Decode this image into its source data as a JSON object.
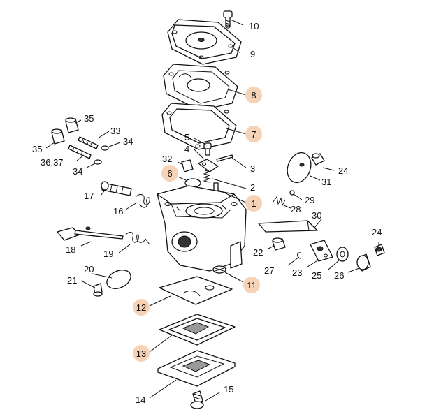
{
  "colors": {
    "highlight_fill": "#f6d2b6",
    "line": "#111111",
    "background": "#ffffff"
  },
  "callouts": [
    {
      "id": "1",
      "text": "1",
      "highlighted": true
    },
    {
      "id": "2",
      "text": "2",
      "highlighted": false
    },
    {
      "id": "3",
      "text": "3",
      "highlighted": false
    },
    {
      "id": "4",
      "text": "4",
      "highlighted": false
    },
    {
      "id": "5",
      "text": "5",
      "highlighted": false
    },
    {
      "id": "6",
      "text": "6",
      "highlighted": true
    },
    {
      "id": "7",
      "text": "7",
      "highlighted": true
    },
    {
      "id": "8",
      "text": "8",
      "highlighted": true
    },
    {
      "id": "9",
      "text": "9",
      "highlighted": false
    },
    {
      "id": "10",
      "text": "10",
      "highlighted": false
    },
    {
      "id": "11",
      "text": "11",
      "highlighted": true
    },
    {
      "id": "12",
      "text": "12",
      "highlighted": true
    },
    {
      "id": "13",
      "text": "13",
      "highlighted": true
    },
    {
      "id": "14",
      "text": "14",
      "highlighted": false
    },
    {
      "id": "15",
      "text": "15",
      "highlighted": false
    },
    {
      "id": "16",
      "text": "16",
      "highlighted": false
    },
    {
      "id": "17",
      "text": "17",
      "highlighted": false
    },
    {
      "id": "18",
      "text": "18",
      "highlighted": false
    },
    {
      "id": "19",
      "text": "19",
      "highlighted": false
    },
    {
      "id": "20",
      "text": "20",
      "highlighted": false
    },
    {
      "id": "21",
      "text": "21",
      "highlighted": false
    },
    {
      "id": "22",
      "text": "22",
      "highlighted": false
    },
    {
      "id": "23",
      "text": "23",
      "highlighted": false
    },
    {
      "id": "24a",
      "text": "24",
      "highlighted": false
    },
    {
      "id": "24b",
      "text": "24",
      "highlighted": false
    },
    {
      "id": "25",
      "text": "25",
      "highlighted": false
    },
    {
      "id": "26",
      "text": "26",
      "highlighted": false
    },
    {
      "id": "27",
      "text": "27",
      "highlighted": false
    },
    {
      "id": "28",
      "text": "28",
      "highlighted": false
    },
    {
      "id": "29",
      "text": "29",
      "highlighted": false
    },
    {
      "id": "30",
      "text": "30",
      "highlighted": false
    },
    {
      "id": "31",
      "text": "31",
      "highlighted": false
    },
    {
      "id": "32",
      "text": "32",
      "highlighted": false
    },
    {
      "id": "33",
      "text": "33",
      "highlighted": false
    },
    {
      "id": "34a",
      "text": "34",
      "highlighted": false
    },
    {
      "id": "34b",
      "text": "34",
      "highlighted": false
    },
    {
      "id": "35a",
      "text": "35",
      "highlighted": false
    },
    {
      "id": "35b",
      "text": "35",
      "highlighted": false
    },
    {
      "id": "3637",
      "text": "36,37",
      "highlighted": false
    }
  ]
}
